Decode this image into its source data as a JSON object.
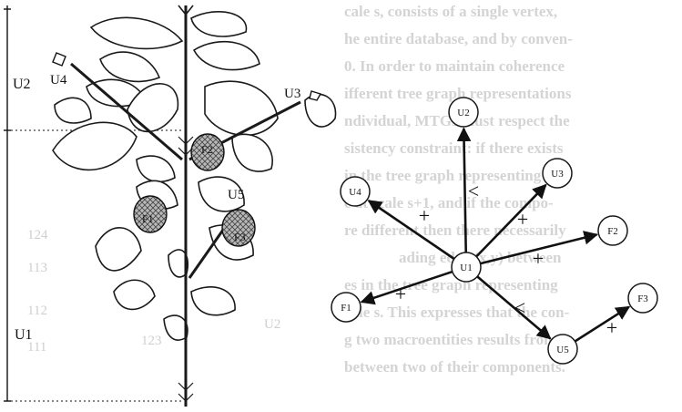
{
  "ghost_text": [
    "cale s, consists of a single vertex,",
    "he entire database, and by conven-",
    "0. In order to maintain coherence",
    "ifferent tree graph representations",
    "ndividual, MTGs must respect the",
    "sistency constraint: if there exists",
    "in the tree graph representing the",
    "e at scale s+1, and if the compo-",
    "re different then there necessarily",
    "ading edge (x,y) between",
    "es in the tree graph representing",
    "cale s. This expresses that the con-",
    "g two macroentities results from",
    "between two of their components."
  ],
  "ghost_labels": [
    "U2",
    "124",
    "123",
    "113",
    "112",
    "111"
  ],
  "scale_labels": {
    "upper": "U2",
    "lower": "U1"
  },
  "branch_labels": {
    "u4": "U4",
    "u3": "U3",
    "u5": "U5"
  },
  "fruit_labels": {
    "f1": "F1",
    "f2": "F2",
    "f3": "F3"
  },
  "graph": {
    "nodes": [
      {
        "id": "U2",
        "label": "U2",
        "shaded": false
      },
      {
        "id": "U3",
        "label": "U3",
        "shaded": false
      },
      {
        "id": "U4",
        "label": "U4",
        "shaded": false
      },
      {
        "id": "F2",
        "label": "F2",
        "shaded": false
      },
      {
        "id": "U1",
        "label": "U1",
        "shaded": true
      },
      {
        "id": "F3",
        "label": "F3",
        "shaded": false
      },
      {
        "id": "F1",
        "label": "F1",
        "shaded": false
      },
      {
        "id": "U5",
        "label": "U5",
        "shaded": false
      }
    ],
    "edges": [
      {
        "from": "U1",
        "to": "U2",
        "type": "<"
      },
      {
        "from": "U1",
        "to": "U3",
        "type": "+"
      },
      {
        "from": "U1",
        "to": "U4",
        "type": "+"
      },
      {
        "from": "U1",
        "to": "F2",
        "type": "+"
      },
      {
        "from": "U1",
        "to": "F1",
        "type": "+"
      },
      {
        "from": "U1",
        "to": "U5",
        "type": "<"
      },
      {
        "from": "U5",
        "to": "F3",
        "type": "+"
      }
    ]
  }
}
